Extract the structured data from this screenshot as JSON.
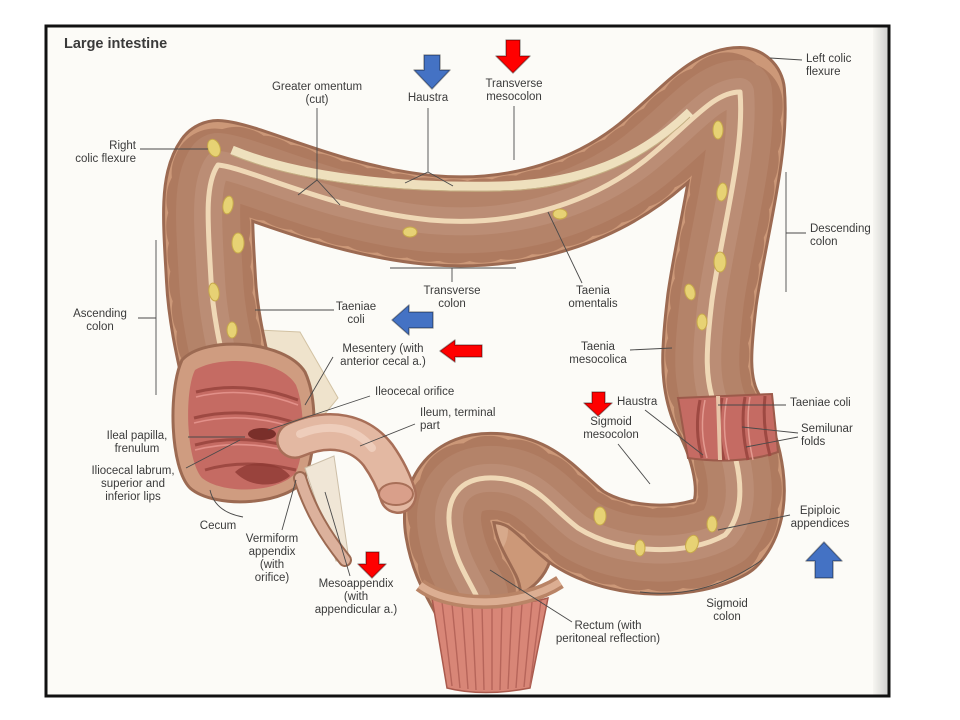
{
  "figure": {
    "title": "Large intestine"
  },
  "labels": {
    "greater_omentum": [
      "Greater omentum",
      "(cut)"
    ],
    "haustra_top": [
      "Haustra"
    ],
    "transverse_mesocolon": [
      "Transverse",
      "mesocolon"
    ],
    "left_colic_flexure": [
      "Left colic",
      "flexure"
    ],
    "right_colic_flexure": [
      "Right",
      "colic flexure"
    ],
    "descending_colon": [
      "Descending",
      "colon"
    ],
    "transverse_colon": [
      "Transverse",
      "colon"
    ],
    "taenia_omentalis": [
      "Taenia",
      "omentalis"
    ],
    "ascending_colon": [
      "Ascending",
      "colon"
    ],
    "taeniae_coli_left": [
      "Taeniae",
      "coli"
    ],
    "mesentery": [
      "Mesentery (with",
      "anterior cecal a.)"
    ],
    "taenia_mesocolica": [
      "Taenia",
      "mesocolica"
    ],
    "ileocecal_orifice": [
      "Ileocecal orifice"
    ],
    "ileum_terminal": [
      "Ileum, terminal",
      "part"
    ],
    "haustra_right": [
      "Haustra"
    ],
    "taeniae_coli_right": [
      "Taeniae coli"
    ],
    "sigmoid_mesocolon": [
      "Sigmoid",
      "mesocolon"
    ],
    "semilunar_folds": [
      "Semilunar",
      "folds"
    ],
    "ileal_papilla": [
      "Ileal papilla,",
      "frenulum"
    ],
    "iliocecal_labrum": [
      "Iliocecal labrum,",
      "superior and",
      "inferior lips"
    ],
    "cecum": [
      "Cecum"
    ],
    "vermiform_appendix": [
      "Vermiform",
      "appendix",
      "(with",
      "orifice)"
    ],
    "mesoappendix": [
      "Mesoappendix",
      "(with",
      "appendicular a.)"
    ],
    "epiploic_appendices": [
      "Epiploic",
      "appendices"
    ],
    "rectum": [
      "Rectum (with",
      "peritoneal reflection)"
    ],
    "sigmoid_colon": [
      "Sigmoid",
      "colon"
    ]
  },
  "arrows": {
    "haustra_top": {
      "icon": "arrow-down-icon",
      "color": "#4472c4"
    },
    "transverse_mesocolon": {
      "icon": "arrow-down-icon",
      "color": "#ff0000"
    },
    "taeniae_coli": {
      "icon": "arrow-left-icon",
      "color": "#4472c4"
    },
    "mesentery": {
      "icon": "arrow-left-icon",
      "color": "#ff0000"
    },
    "sigmoid_mesocolon": {
      "icon": "arrow-down-icon",
      "color": "#ff0000"
    },
    "mesoappendix": {
      "icon": "arrow-down-icon",
      "color": "#ff0000"
    },
    "epiploic_appendices": {
      "icon": "arrow-up-icon",
      "color": "#4472c4"
    }
  }
}
